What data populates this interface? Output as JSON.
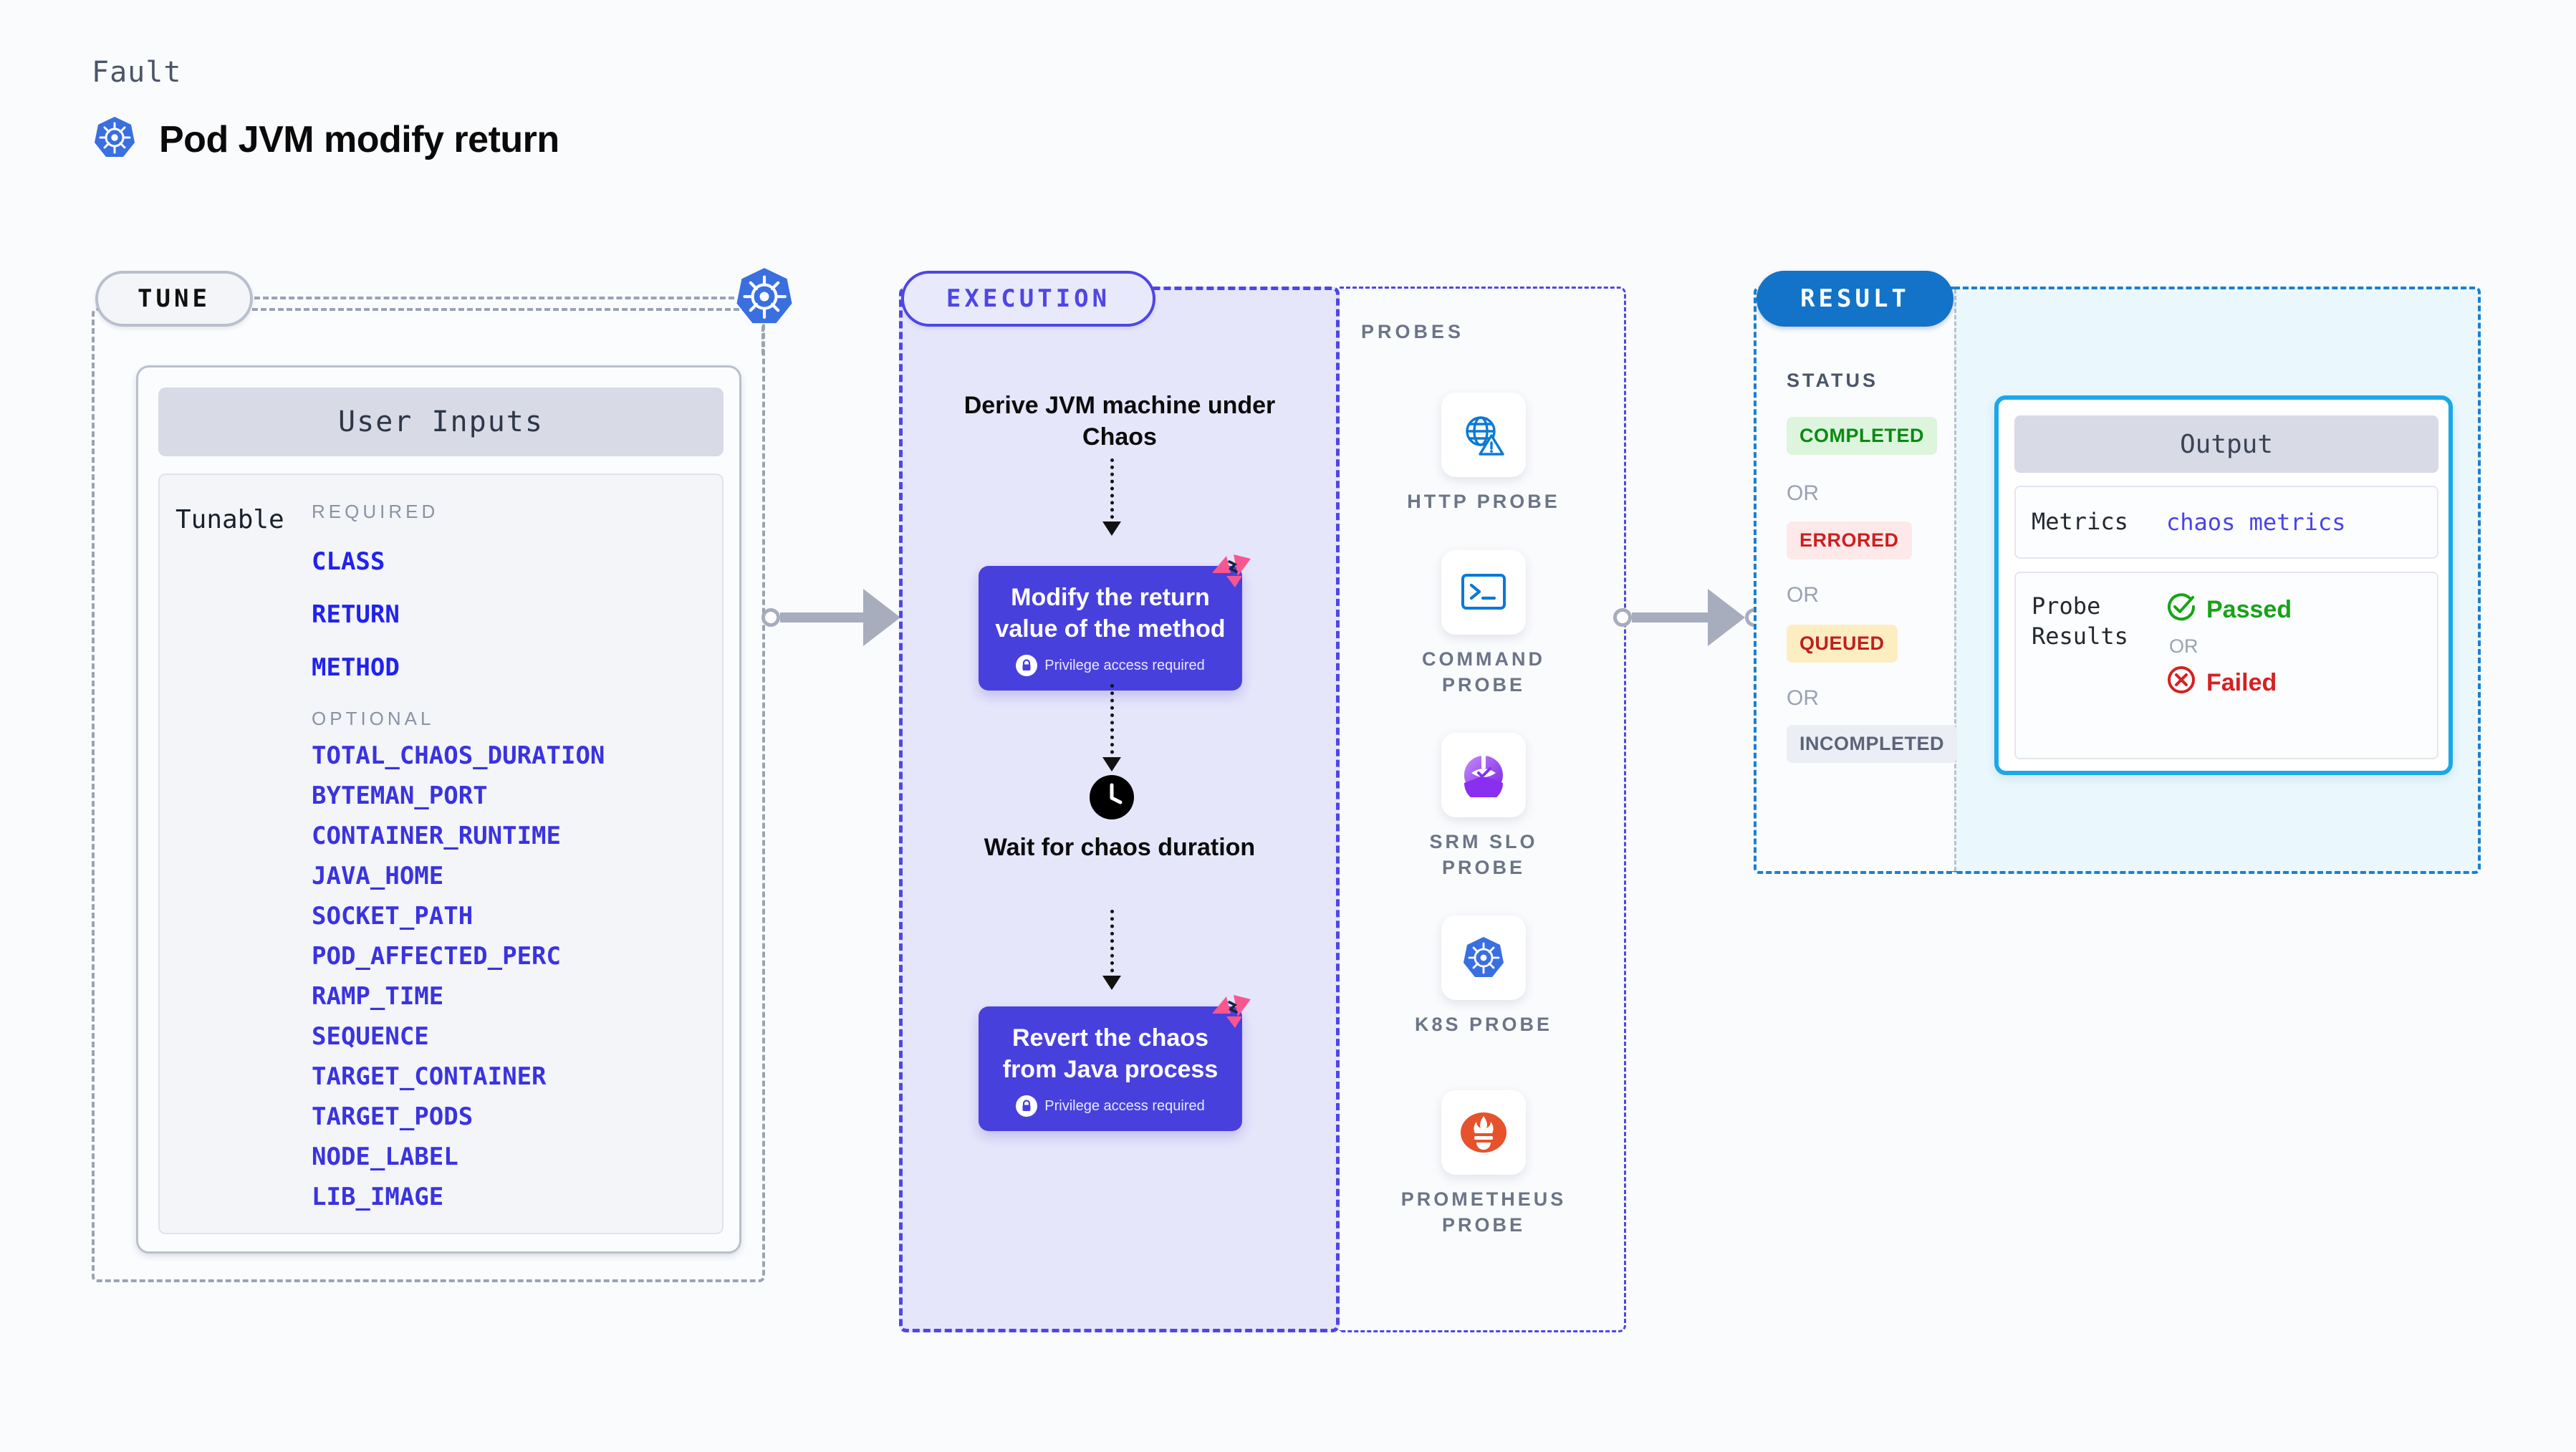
{
  "header": {
    "kicker": "Fault",
    "title": "Pod JVM modify return",
    "logo_icon": "kubernetes-icon"
  },
  "tune": {
    "badge": "TUNE",
    "top_icon": "kubernetes-icon",
    "card_title": "User Inputs",
    "tunable_label": "Tunable",
    "required_heading": "REQUIRED",
    "required": [
      "CLASS",
      "RETURN",
      "METHOD"
    ],
    "optional_heading": "OPTIONAL",
    "optional": [
      "TOTAL_CHAOS_DURATION",
      "BYTEMAN_PORT",
      "CONTAINER_RUNTIME",
      "JAVA_HOME",
      "SOCKET_PATH",
      "POD_AFFECTED_PERC",
      "RAMP_TIME",
      "SEQUENCE",
      "TARGET_CONTAINER",
      "TARGET_PODS",
      "NODE_LABEL",
      "LIB_IMAGE"
    ]
  },
  "execution": {
    "badge": "EXECUTION",
    "steps": [
      {
        "type": "text",
        "label": "Derive JVM machine under Chaos"
      },
      {
        "type": "card",
        "label": "Modify the return value of the method",
        "note": "Privilege access required",
        "note_icon": "lock-icon",
        "corner_icon": "litmus-icon"
      },
      {
        "type": "wait",
        "label": "Wait for chaos duration",
        "icon": "clock-icon"
      },
      {
        "type": "card",
        "label": "Revert the chaos from Java process",
        "note": "Privilege access required",
        "note_icon": "lock-icon",
        "corner_icon": "litmus-icon"
      }
    ]
  },
  "probes": {
    "heading": "PROBES",
    "items": [
      {
        "name": "HTTP PROBE",
        "icon": "globe-warning-icon"
      },
      {
        "name": "COMMAND PROBE",
        "icon": "terminal-icon"
      },
      {
        "name": "SRM SLO PROBE",
        "icon": "srm-slo-icon"
      },
      {
        "name": "K8S PROBE",
        "icon": "kubernetes-icon"
      },
      {
        "name": "PROMETHEUS PROBE",
        "icon": "prometheus-icon"
      }
    ]
  },
  "result": {
    "badge": "RESULT",
    "status_heading": "STATUS",
    "or_label": "OR",
    "statuses": [
      {
        "label": "COMPLETED",
        "bg": "#dcf5dc",
        "fg": "#0a8a14"
      },
      {
        "label": "ERRORED",
        "bg": "#fde9e9",
        "fg": "#cc1f1f"
      },
      {
        "label": "QUEUED",
        "bg": "#fdeec2",
        "fg": "#c01f1f"
      },
      {
        "label": "INCOMPLETED",
        "bg": "#eceef5",
        "fg": "#5b6478"
      }
    ],
    "output": {
      "title": "Output",
      "metrics_key": "Metrics",
      "metrics_value": "chaos metrics",
      "probe_results_key": "Probe Results",
      "passed_label": "Passed",
      "passed_icon": "check-circle-icon",
      "or_label": "OR",
      "failed_label": "Failed",
      "failed_icon": "x-circle-icon"
    }
  },
  "colors": {
    "page_bg": "#fafbfd",
    "accent_indigo": "#4840dd",
    "accent_blue": "#1273c9",
    "k8s_blue": "#3a6fe0",
    "litmus_pink": "#f9568f",
    "output_border": "#19a8e8"
  }
}
